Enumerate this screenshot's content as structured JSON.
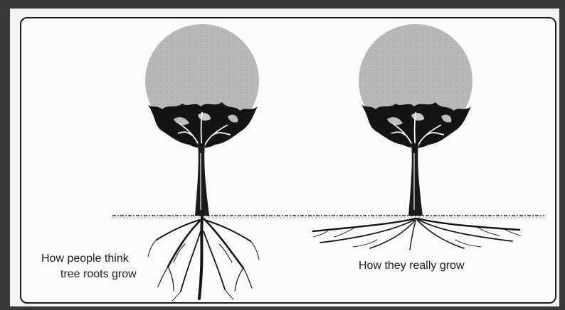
{
  "captions": {
    "left_line1": "How people think",
    "left_line2": "tree roots grow",
    "right": "How they really grow"
  },
  "colors": {
    "canopy": "#b8b8b6",
    "ink": "#141414",
    "background": "#fbfbf9",
    "frame": "#3a3a38"
  },
  "icons": {
    "left_tree": "tree-deep-roots-icon",
    "right_tree": "tree-shallow-roots-icon"
  }
}
